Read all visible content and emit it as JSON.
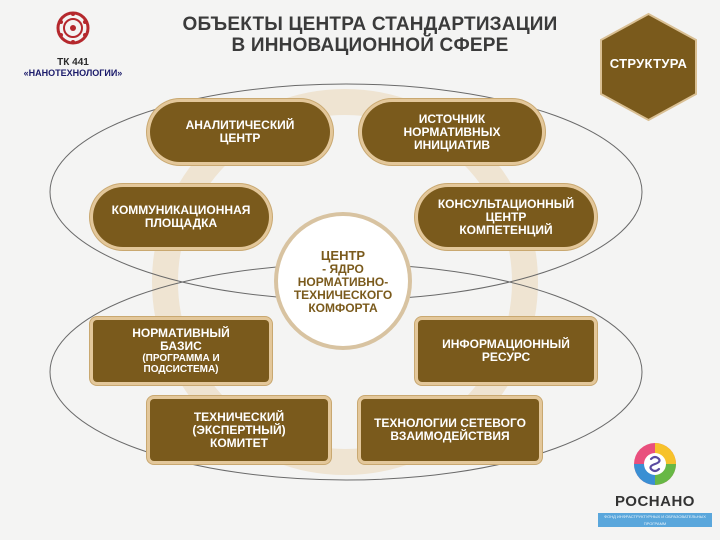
{
  "header": {
    "title_line1": "ОБЪЕКТЫ ЦЕНТРА СТАНДАРТИЗАЦИИ",
    "title_line2": "В ИННОВАЦИОННОЙ СФЕРЕ"
  },
  "tk_logo": {
    "code": "ТК 441",
    "name": "«НАНОТЕХНОЛОГИИ»"
  },
  "structure_badge": {
    "label": "СТРУКТУРА"
  },
  "center": {
    "line1": "ЦЕНТР",
    "line2": "- ЯДРО",
    "line3": "НОРМАТИВНО-",
    "line4": "ТЕХНИЧЕСКОГО",
    "line5": "КОМФОРТА"
  },
  "nodes": {
    "analytic": {
      "line1": "АНАЛИТИЧЕСКИЙ",
      "line2": "ЦЕНТР"
    },
    "source": {
      "line1": "ИСТОЧНИК",
      "line2": "НОРМАТИВНЫХ",
      "line3": "ИНИЦИАТИВ"
    },
    "communication": {
      "line1": "КОММУНИКАЦИОННАЯ",
      "line2": "ПЛОЩАДКА"
    },
    "consulting": {
      "line1": "КОНСУЛЬТАЦИОННЫЙ",
      "line2": "ЦЕНТР",
      "line3": "КОМПЕТЕНЦИЙ"
    },
    "normative": {
      "line1": "НОРМАТИВНЫЙ",
      "line2": "БАЗИС",
      "line3": "(ПРОГРАММА И",
      "line4": "ПОДСИСТЕМА)"
    },
    "info": {
      "line1": "ИНФОРМАЦИОННЫЙ",
      "line2": "РЕСУРС"
    },
    "committee": {
      "line1": "ТЕХНИЧЕСКИЙ",
      "line2": "(ЭКСПЕРТНЫЙ)",
      "line3": "КОМИТЕТ"
    },
    "network": {
      "line1": "ТЕХНОЛОГИИ СЕТЕВОГО",
      "line2": "ВЗАИМОДЕЙСТВИЯ"
    }
  },
  "rosnano": {
    "name": "РОСНАНО",
    "subtitle": "ФОНД ИНФРАСТРУКТУРНЫХ И ОБРАЗОВАТЕЛЬНЫХ ПРОГРАММ"
  },
  "colors": {
    "box_fill": "#7a5a1c",
    "box_border": "#e3c79a",
    "ring": "#e8dcc6",
    "hexagon": "#7a5a1c"
  }
}
